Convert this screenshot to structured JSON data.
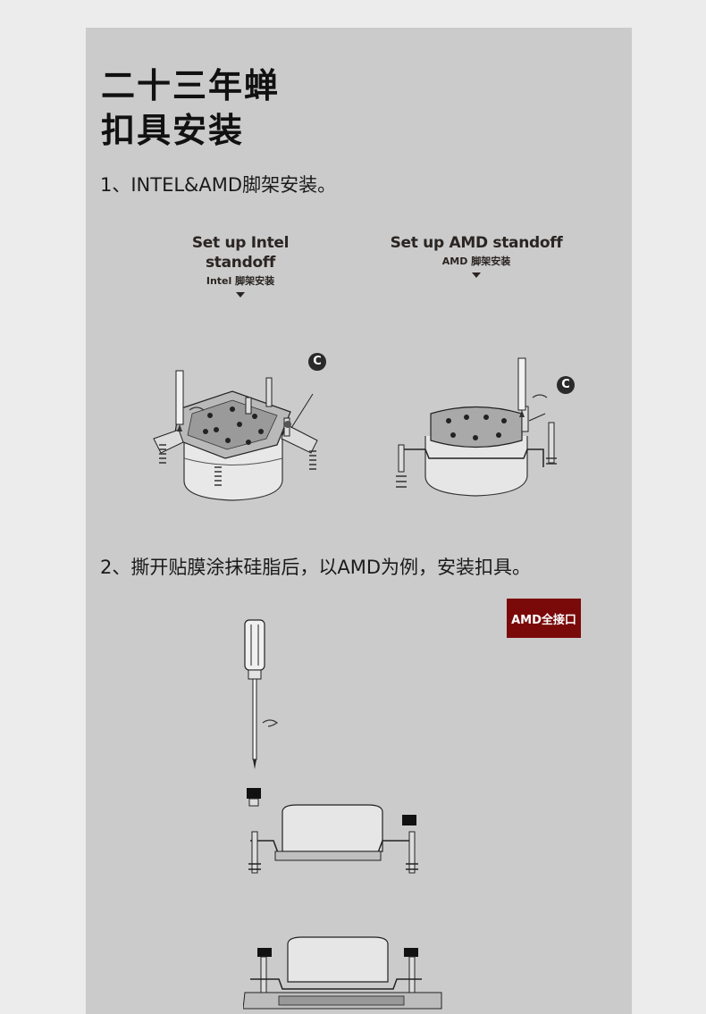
{
  "title": {
    "line1": "二十三年蝉",
    "line2": "扣具安装"
  },
  "step1": {
    "text": "1、INTEL&AMD脚架安装。"
  },
  "intel_caption": {
    "en": "Set up Intel standoff",
    "zh": "Intel 脚架安装"
  },
  "amd_caption": {
    "en": "Set up AMD standoff",
    "zh": "AMD 脚架安装"
  },
  "callout_label": "C",
  "step2": {
    "text": "2、撕开贴膜涂抹硅脂后，以AMD为例，安装扣具。"
  },
  "badge": {
    "label": "AMD全接口"
  },
  "colors": {
    "panel": "#cbcbcb",
    "page": "#ececec",
    "badge": "#7a0a0a",
    "text": "#1a1a1a"
  }
}
